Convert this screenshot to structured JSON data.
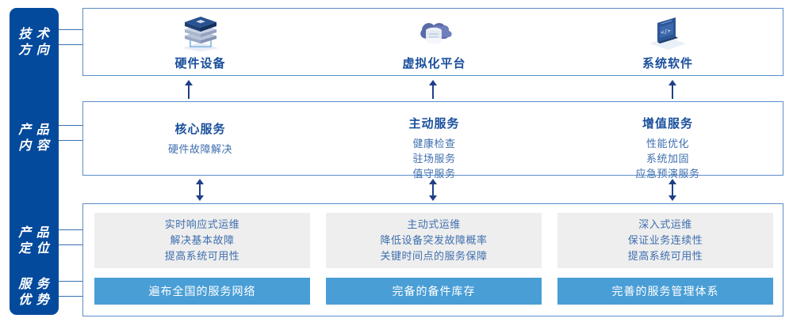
{
  "colors": {
    "rail_blue": "#034a9c",
    "panel_border": "#5b8dc8",
    "heading_blue": "#1a4f9c",
    "body_blue": "#3f6fae",
    "grey_card": "#eeeeee",
    "bar_blue": "#4a9ed6",
    "arrow_navy": "#1f3f87"
  },
  "rail": {
    "items": [
      {
        "name": "tech-direction",
        "line1": "技 术",
        "line2": "方 向"
      },
      {
        "name": "product-content",
        "line1": "产 品",
        "line2": "内 容"
      },
      {
        "name": "product-positioning",
        "line1": "产 品",
        "line2": "定 位"
      },
      {
        "name": "service-advantage",
        "line1": "服 务",
        "line2": "优 势"
      }
    ]
  },
  "tech_row": {
    "items": [
      {
        "icon": "server-stack-icon",
        "title": "硬件设备"
      },
      {
        "icon": "cloud-database-icon",
        "title": "虚拟化平台"
      },
      {
        "icon": "code-laptop-icon",
        "title": "系统软件"
      }
    ]
  },
  "content_row": {
    "items": [
      {
        "heading": "核心服务",
        "lines": [
          "硬件故障解决"
        ]
      },
      {
        "heading": "主动服务",
        "lines": [
          "健康检查",
          "驻场服务",
          "值守服务"
        ]
      },
      {
        "heading": "增值服务",
        "lines": [
          "性能优化",
          "系统加固",
          "应急预演服务"
        ]
      }
    ]
  },
  "positioning_row": {
    "items": [
      {
        "lines": [
          "实时响应式运维",
          "解决基本故障",
          "提高系统可用性"
        ]
      },
      {
        "lines": [
          "主动式运维",
          "降低设备突发故障概率",
          "关键时间点的服务保障"
        ]
      },
      {
        "lines": [
          "深入式运维",
          "保证业务连续性",
          "提高系统可用性"
        ]
      }
    ]
  },
  "advantage_row": {
    "items": [
      {
        "label": "遍布全国的服务网络"
      },
      {
        "label": "完备的备件库存"
      },
      {
        "label": "完善的服务管理体系"
      }
    ]
  }
}
